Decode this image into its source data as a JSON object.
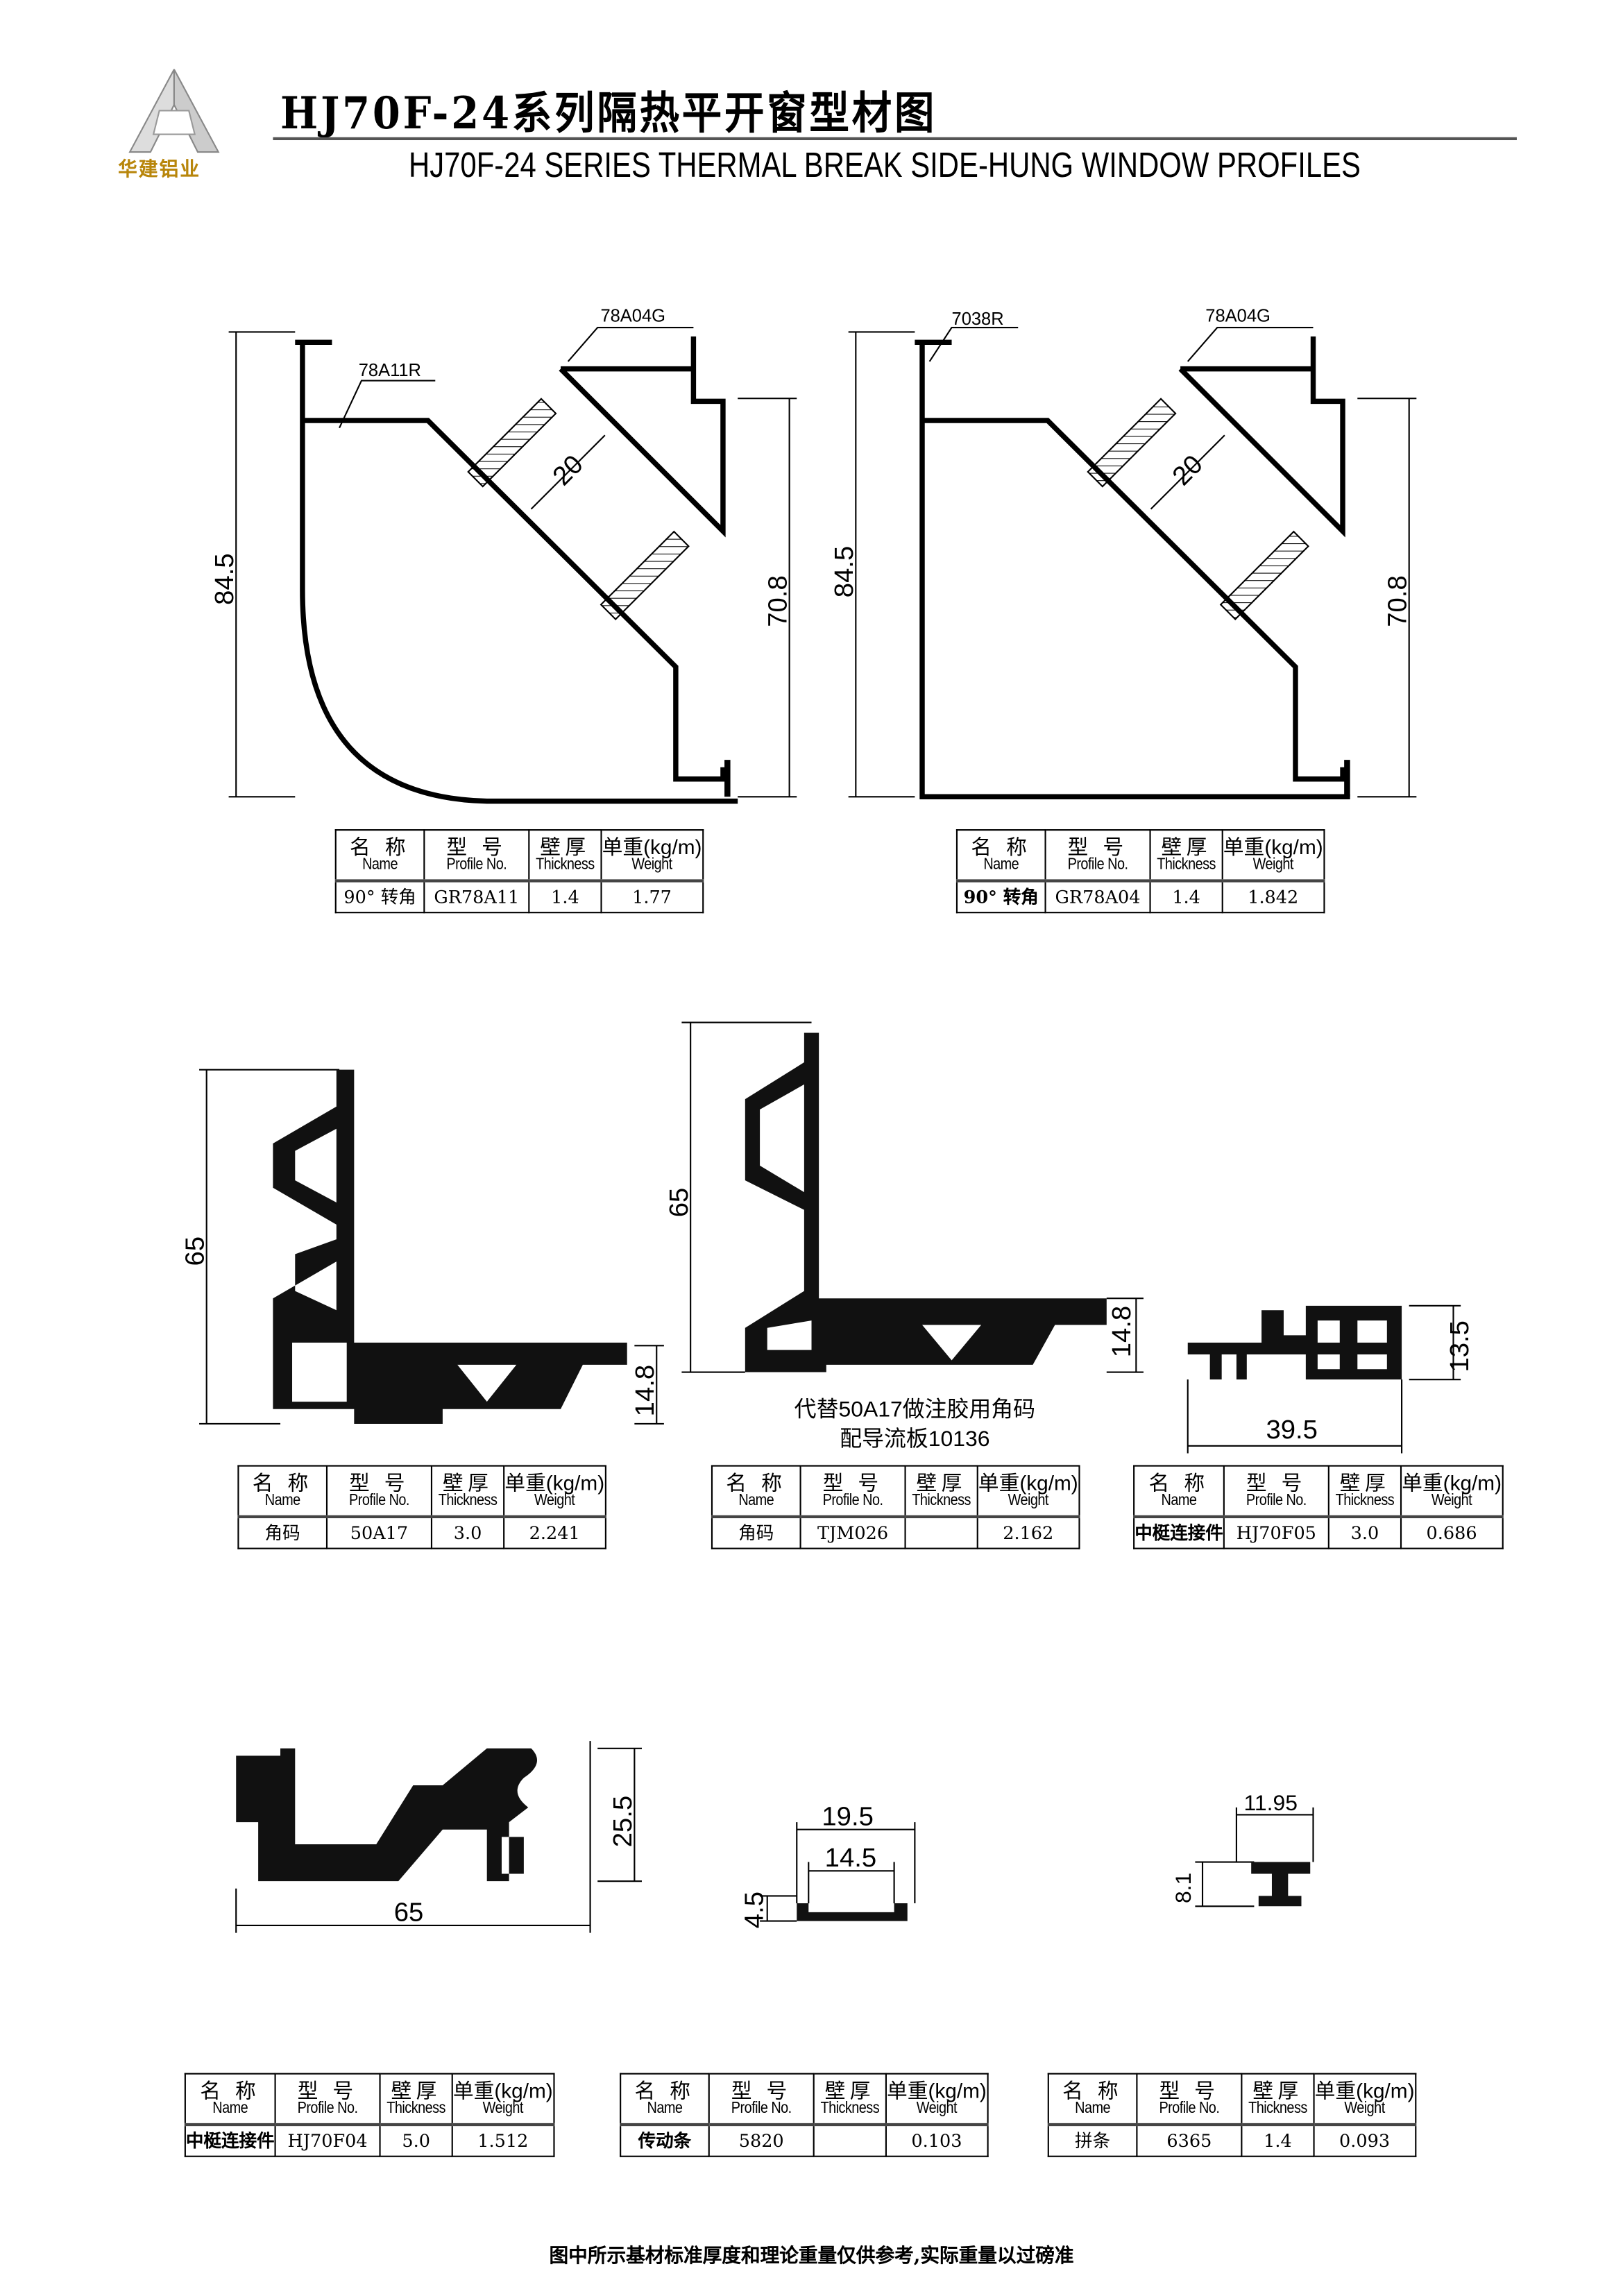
{
  "header": {
    "title_cn": "HJ70F-24系列隔热平开窗型材图",
    "title_en": "HJ70F-24  SERIES  THERMAL BREAK SIDE-HUNG  WINDOW  PROFILES",
    "logo_text": "华建铝业",
    "colors": {
      "logo_gold": "#b8860b",
      "rule": "#555555"
    }
  },
  "table_headers": {
    "name_cn": "名 称",
    "name_en": "Name",
    "profile_cn": "型 号",
    "profile_en": "Profile No.",
    "thickness_cn": "壁厚",
    "thickness_en": "Thickness",
    "weight_cn": "单重(kg/m)",
    "weight_en": "Weight"
  },
  "profiles": [
    {
      "name": "90° 转角",
      "profile_no": "GR78A11",
      "thickness": "1.4",
      "weight": "1.77",
      "dims": [
        "84.5",
        "70.8",
        "20"
      ],
      "callouts": [
        "78A11R",
        "78A04G"
      ]
    },
    {
      "name": "90° 转角",
      "profile_no": "GR78A04",
      "thickness": "1.4",
      "weight": "1.842",
      "dims": [
        "84.5",
        "70.8",
        "20"
      ],
      "callouts": [
        "7038R",
        "78A04G"
      ]
    },
    {
      "name": "角码",
      "profile_no": "50A17",
      "thickness": "3.0",
      "weight": "2.241",
      "dims": [
        "65",
        "14.8"
      ]
    },
    {
      "name": "角码",
      "profile_no": "TJM026",
      "thickness": "",
      "weight": "2.162",
      "dims": [
        "65",
        "14.8"
      ],
      "note": [
        "代替50A17做注胶用角码",
        "配导流板10136"
      ]
    },
    {
      "name": "中梃连接件",
      "profile_no": "HJ70F05",
      "thickness": "3.0",
      "weight": "0.686",
      "dims": [
        "39.5",
        "13.5"
      ]
    },
    {
      "name": "中梃连接件",
      "profile_no": "HJ70F04",
      "thickness": "5.0",
      "weight": "1.512",
      "dims": [
        "25.5",
        "65"
      ]
    },
    {
      "name": "传动条",
      "profile_no": "5820",
      "thickness": "",
      "weight": "0.103",
      "dims": [
        "19.5",
        "14.5",
        "4.5"
      ]
    },
    {
      "name": "拼条",
      "profile_no": "6365",
      "thickness": "1.4",
      "weight": "0.093",
      "dims": [
        "11.95",
        "8.1"
      ]
    }
  ],
  "footer": "图中所示基材标准厚度和理论重量仅供参考,实际重量以过磅准"
}
